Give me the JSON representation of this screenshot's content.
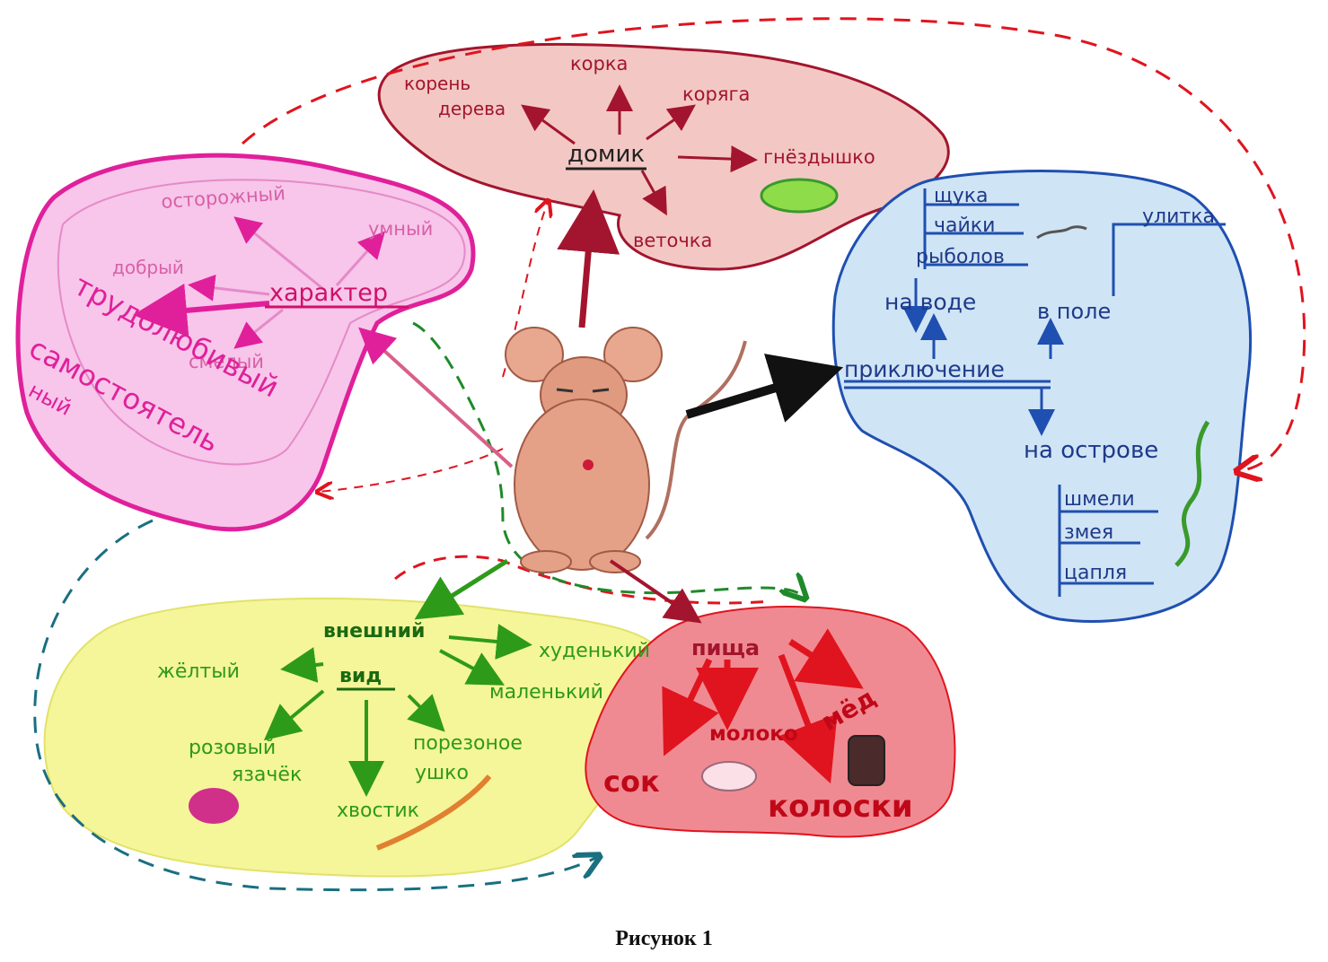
{
  "caption": "Рисунок 1",
  "colors": {
    "character": "#e0209a",
    "house": "#a3152e",
    "adventure": "#1f4fb0",
    "appearance": "#2e9a1a",
    "food": "#e0141e",
    "mouse": "#d9826a",
    "dash_red": "#e0141e",
    "dash_teal": "#1a6f80",
    "dash_green": "#1f8a2a"
  },
  "character": {
    "center": "характер",
    "items": [
      "осторожный",
      "умный",
      "добрый",
      "смелый",
      "трудолюбивый",
      "самостоятельный"
    ],
    "self_line1": "самостоятель",
    "self_line2": "ный"
  },
  "house": {
    "center": "домик",
    "items": [
      "корень",
      "дерева",
      "корка",
      "коряга",
      "гнёздышко",
      "веточка"
    ]
  },
  "adventure": {
    "center": "приключение",
    "on_water": "на воде",
    "on_water_items": [
      "щука",
      "чайки",
      "рыболов"
    ],
    "in_field": "в поле",
    "in_field_items": [
      "улитка"
    ],
    "on_island": "на острове",
    "on_island_items": [
      "шмели",
      "змея",
      "цапля"
    ]
  },
  "appearance": {
    "center_line1": "внешний",
    "center_line2": "вид",
    "items": [
      "жёлтый",
      "худенький",
      "маленький",
      "розовый",
      "язачёк",
      "хвостик",
      "порезоное",
      "ушко"
    ]
  },
  "food": {
    "center": "пища",
    "items": [
      "сок",
      "молоко",
      "мёд",
      "колоски"
    ]
  }
}
